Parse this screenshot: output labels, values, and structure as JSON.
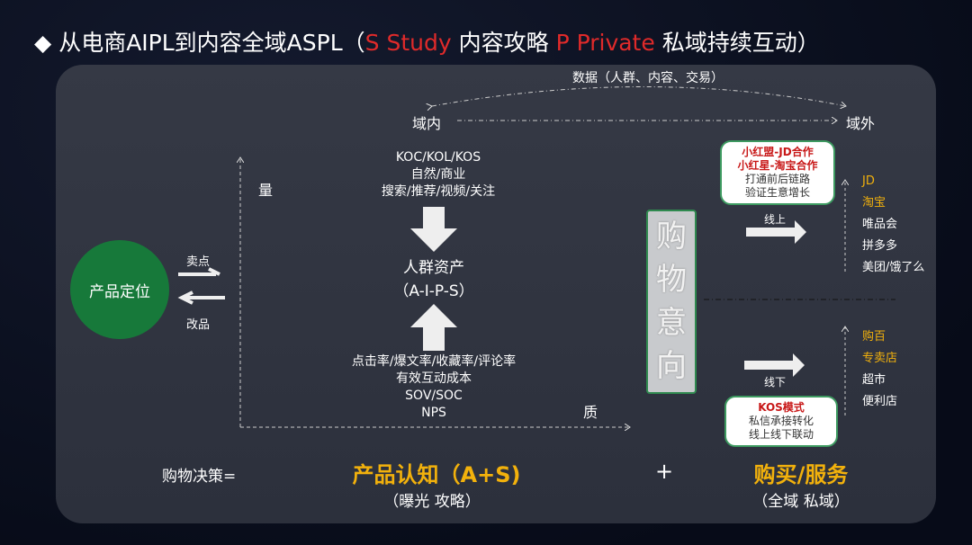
{
  "title": {
    "prefix": "从电商AIPL到内容全域ASPL（",
    "s": "S Study",
    "mid": " 内容攻略 ",
    "p": "P Private",
    "suffix": " 私域持续互动）"
  },
  "colors": {
    "accent_red": "#e02a2a",
    "gold": "#f2b10c",
    "green": "#17793a"
  },
  "top": {
    "data_label": "数据（人群、内容、交易）",
    "inner": "域内",
    "outer": "域外"
  },
  "left": {
    "circle": "产品定位",
    "sell": "卖点",
    "improve": "改品"
  },
  "axes": {
    "volume": "量",
    "quality": "质"
  },
  "center": {
    "top_lines": [
      "KOC/KOL/KOS",
      "自然/商业",
      "搜索/推荐/视频/关注"
    ],
    "core": "人群资产",
    "core_sub": "（A-I-P-S）",
    "bottom_lines": [
      "点击率/爆文率/收藏率/评论率",
      "有效互动成本",
      "SOV/SOC",
      "NPS"
    ]
  },
  "intent": [
    "购",
    "物",
    "意",
    "向"
  ],
  "online": {
    "label": "线上",
    "box_red": [
      "小红盟-JD合作",
      "小红星-淘宝合作"
    ],
    "box_lines": [
      "打通前后链路",
      "验证生意增长"
    ],
    "channels_highlight": [
      "JD",
      "淘宝"
    ],
    "channels": [
      "唯品会",
      "拼多多",
      "美团/饿了么"
    ]
  },
  "offline": {
    "label": "线下",
    "box_red": [
      "KOS模式"
    ],
    "box_lines": [
      "私信承接转化",
      "线上线下联动"
    ],
    "channels_highlight": [
      "购百",
      "专卖店"
    ],
    "channels": [
      "超市",
      "便利店"
    ]
  },
  "formula": {
    "label": "购物决策=",
    "part1": "产品认知（A+S)",
    "part1_sub": "（曝光 攻略）",
    "plus": "+",
    "part2": "购买/服务",
    "part2_sub": "（全域 私域）"
  }
}
